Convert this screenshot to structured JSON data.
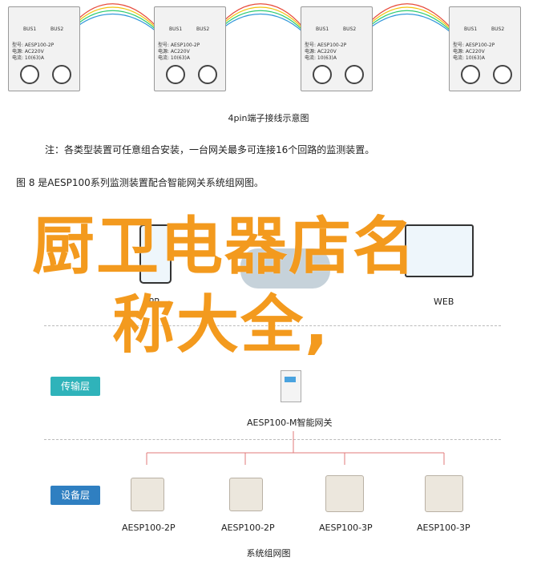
{
  "devices": [
    {
      "bus1": "BUS1",
      "bus2": "BUS2",
      "model": "型号: AESP100-2P",
      "power": "电源: AC220V",
      "current": "电流: 10(63)A"
    },
    {
      "bus1": "BUS1",
      "bus2": "BUS2",
      "model": "型号: AESP100-2P",
      "power": "电源: AC220V",
      "current": "电流: 10(63)A"
    },
    {
      "bus1": "BUS1",
      "bus2": "BUS2",
      "model": "型号: AESP100-2P",
      "power": "电源: AC220V",
      "current": "电流: 10(63)A"
    },
    {
      "bus1": "BUS1",
      "bus2": "BUS2",
      "model": "型号: AESP100-2P",
      "power": "电源: AC220V",
      "current": "电流: 10(63)A"
    }
  ],
  "wiring_caption": "4pin端子接线示意图",
  "note": "注：各类型装置可任意组合安装，一台网关最多可连接16个回路的监测装置。",
  "figure_title": "图 8 是AESP100系列监测装置配合智能网关系统组网图。",
  "overlay_title_line1": "厨卫电器店名",
  "overlay_title_line2": "称大全,",
  "app_label": "APP",
  "web_label": "WEB",
  "transmission_layer": "传输层",
  "gateway_label": "AESP100-M智能网关",
  "device_layer": "设备层",
  "bottom_devices": [
    "AESP100-2P",
    "AESP100-2P",
    "AESP100-3P",
    "AESP100-3P"
  ],
  "diagram_caption": "系统组网图",
  "colors": {
    "accent": "#2fb3ba",
    "overlay": "#f39a1e",
    "wire1": "#e74c3c",
    "wire2": "#f1c40f",
    "wire3": "#2ecc71",
    "wire4": "#3498db"
  }
}
